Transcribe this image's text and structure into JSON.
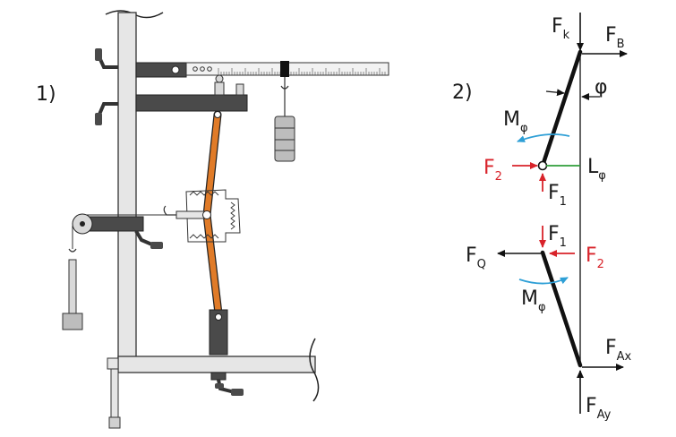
{
  "panels": {
    "p1": "1)",
    "p2": "2)"
  },
  "forces": {
    "Fk": {
      "base": "F",
      "sub": "k"
    },
    "FB": {
      "base": "F",
      "sub": "B"
    },
    "phi": "φ",
    "Mphi_top": {
      "base": "M",
      "sub": "φ"
    },
    "F2_top": {
      "base": "F",
      "sub": "2"
    },
    "F1_top": {
      "base": "F",
      "sub": "1"
    },
    "Lphi": {
      "base": "L",
      "sub": "φ"
    },
    "F1_bot": {
      "base": "F",
      "sub": "1"
    },
    "FQ": {
      "base": "F",
      "sub": "Q"
    },
    "F2_bot": {
      "base": "F",
      "sub": "2"
    },
    "Mphi_bot": {
      "base": "M",
      "sub": "φ"
    },
    "FAx": {
      "base": "F",
      "sub": "Ax"
    },
    "FAy": {
      "base": "F",
      "sub": "Ay"
    }
  },
  "colors": {
    "frame": "#e6e6e6",
    "clamp": "#4a4a4a",
    "rod": "#e07b28",
    "force_red": "#d8232a",
    "moment_blue": "#2e9fd6",
    "green": "#2f9e3a"
  }
}
